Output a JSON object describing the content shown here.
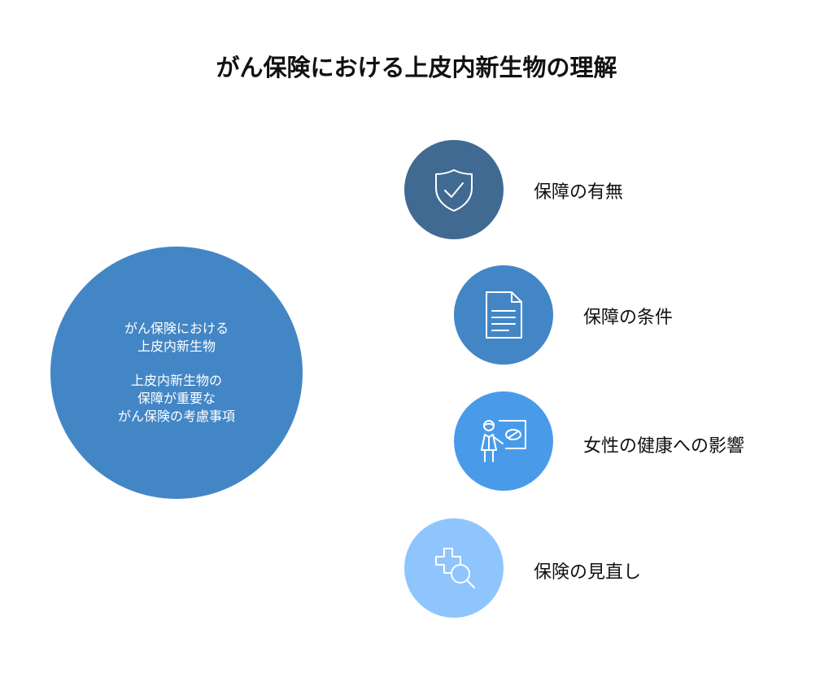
{
  "title": "がん保険における上皮内新生物の理解",
  "center": {
    "lines_1": [
      "がん保険における",
      "上皮内新生物"
    ],
    "lines_2": [
      "上皮内新生物の",
      "保障が重要な",
      "がん保険の考慮事項"
    ]
  },
  "items": [
    {
      "label": "保障の有無",
      "icon": "shield-check-icon",
      "color": "#416a92"
    },
    {
      "label": "保障の条件",
      "icon": "document-icon",
      "color": "#4386c6"
    },
    {
      "label": "女性の健康への影響",
      "icon": "doctor-presentation-icon",
      "color": "#499bea"
    },
    {
      "label": "保険の見直し",
      "icon": "medical-search-icon",
      "color": "#8fc5fd"
    }
  ]
}
